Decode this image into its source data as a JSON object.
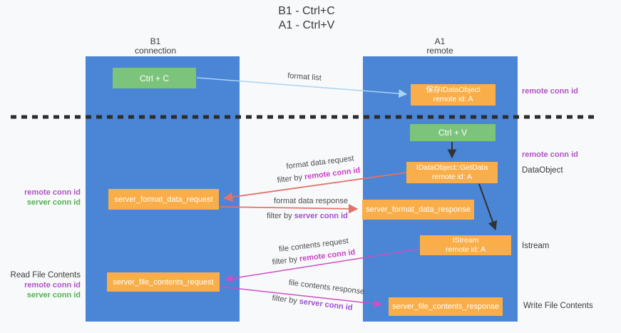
{
  "title": {
    "line1": "B1 - Ctrl+C",
    "line2": "A1 - Ctrl+V"
  },
  "columns": {
    "left": {
      "line1": "B1",
      "line2": "connection"
    },
    "right": {
      "line1": "A1",
      "line2": "remote"
    }
  },
  "boxes": {
    "ctrl_c": {
      "label": "Ctrl + C"
    },
    "ctrl_v": {
      "label": "Ctrl + V"
    },
    "save_dataobject": {
      "line1": "保存IDataObject",
      "line2": "remote id: A"
    },
    "getdata": {
      "line1": "IDataObject::GetData",
      "line2": "remote id: A"
    },
    "istream": {
      "line1": "IStream",
      "line2": "remote id: A"
    },
    "server_format_data_request": {
      "label": "server_format_data_request"
    },
    "server_format_data_response": {
      "label": "server_format_data_response"
    },
    "server_file_contents_request": {
      "label": "server_file_contents_request"
    },
    "server_file_contents_response": {
      "label": "server_file_contents_response"
    }
  },
  "arrow_labels": {
    "format_list": "format list",
    "format_data_request": "format data request",
    "format_data_response": "format data response",
    "file_contents_request": "file contents request",
    "file_contents_response": "file contents response",
    "filter_by": "filter by ",
    "remote_conn_id": "remote conn id",
    "server_conn_id": "server conn id"
  },
  "side_labels": {
    "remote_conn_id": "remote conn id",
    "server_conn_id": "server conn id",
    "dataobject": "DataObject",
    "istream": "Istream",
    "read_file_contents": "Read File Contents",
    "write_file_contents": "Write File Contents"
  },
  "colors": {
    "column_blue": "#4a85d6",
    "box_green": "#7cc47c",
    "box_orange": "#f9ae49",
    "arrow_red": "#e2736a",
    "arrow_magenta": "#cf4ec4",
    "arrow_lightblue": "#a9d3f0",
    "arrow_black": "#333333",
    "label_purple": "#b054c4",
    "label_green": "#55b055",
    "filter_magenta": "#cb3fc6",
    "filter_purple": "#9f4fd2"
  }
}
